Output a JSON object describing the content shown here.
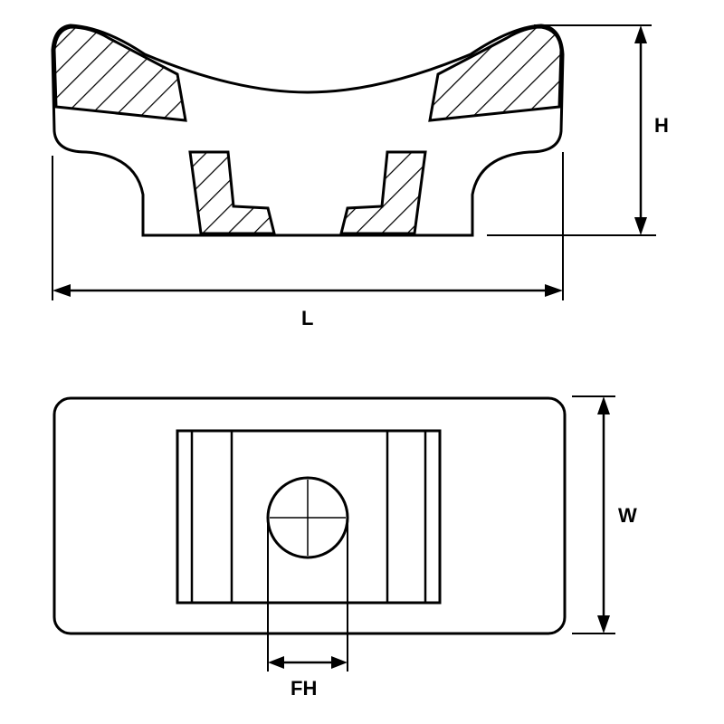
{
  "dimensions": {
    "height_label": "H",
    "length_label": "L",
    "width_label": "W",
    "fixing_hole_label": "FH"
  }
}
